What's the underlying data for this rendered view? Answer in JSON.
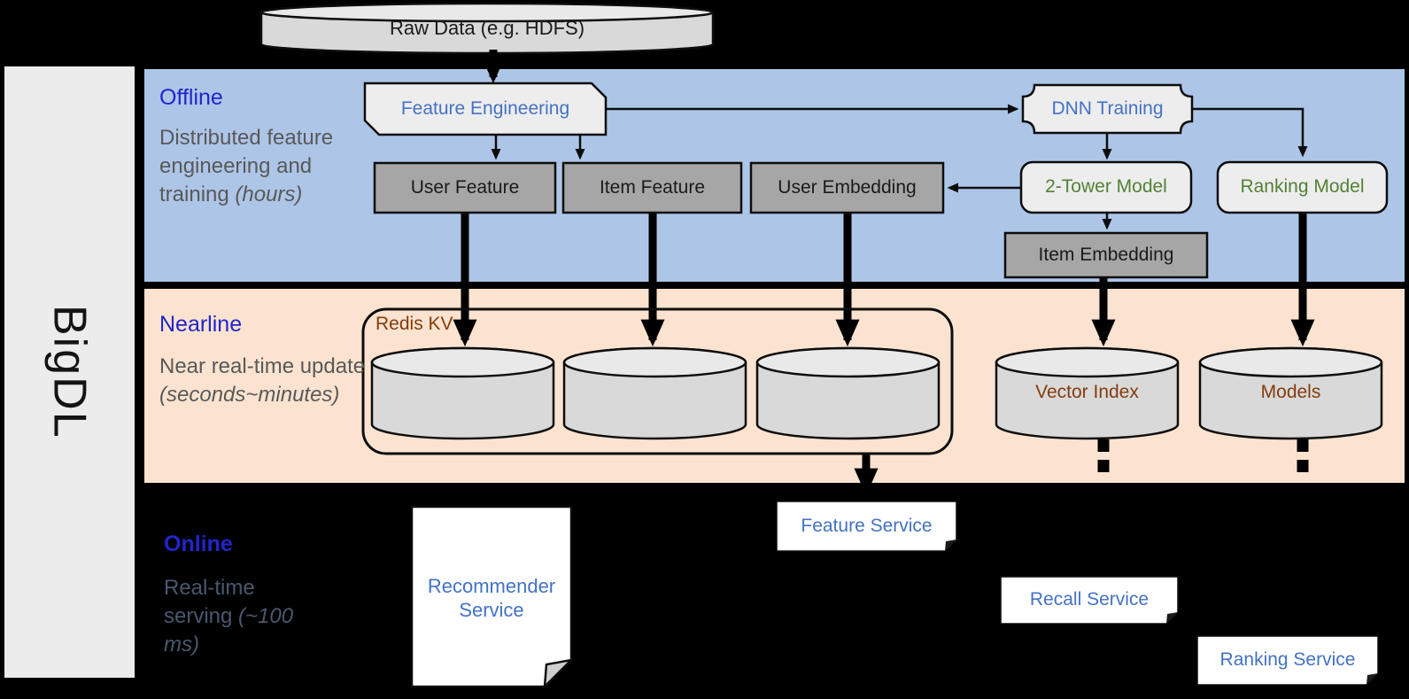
{
  "app": {
    "title_vertical": "BigDL"
  },
  "source": {
    "label": "Raw Data (e.g. HDFS)"
  },
  "offline": {
    "title": "Offline",
    "desc": "Distributed feature engineering and training",
    "desc_italic": "(hours)",
    "nodes": {
      "feature_engineering": "Feature Engineering",
      "dnn_training": "DNN Training",
      "user_feature": "User Feature",
      "item_feature": "Item Feature",
      "user_embedding": "User Embedding",
      "two_tower_model": "2-Tower Model",
      "ranking_model": "Ranking Model",
      "item_embedding": "Item Embedding"
    }
  },
  "nearline": {
    "title": "Nearline",
    "desc": "Near real-time update",
    "desc_italic": "(seconds~minutes)",
    "nodes": {
      "redis_kv": "Redis KV",
      "vector_index": "Vector Index",
      "models": "Models"
    }
  },
  "online": {
    "title": "Online",
    "desc": "Real-time serving",
    "desc_italic": "(~100 ms)",
    "nodes": {
      "recommender_service": "Recommender Service",
      "feature_service": "Feature Service",
      "recall_service": "Recall Service",
      "ranking_service": "Ranking Service"
    }
  },
  "colors": {
    "offline_bg": "#adc5e7",
    "nearline_bg": "#fbe3d0",
    "online_bg": "#000000",
    "sidebar_bg": "#ececec",
    "section_title": "#2125cb",
    "desc_text": "#595959",
    "online_desc_text": "#49586e",
    "node_text_blue": "#4472c4",
    "node_text_green": "#538135",
    "node_text_brown": "#843c0c",
    "gray_node_fill": "#a6a6a6",
    "light_node_fill": "#ededed",
    "cylinder_fill": "#d9d9d9"
  }
}
